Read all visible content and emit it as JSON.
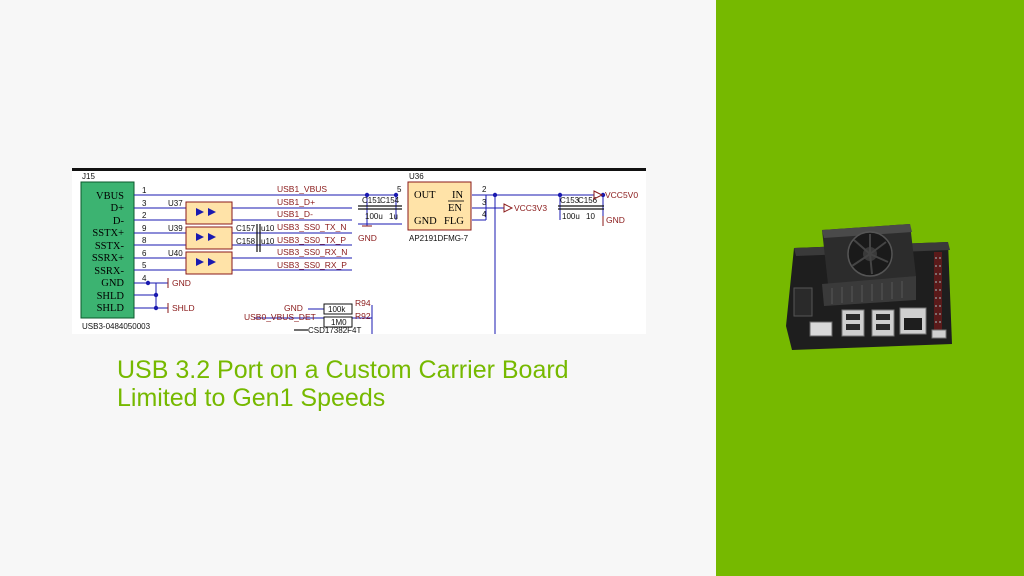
{
  "title": {
    "line1": "USB 3.2 Port on a Custom Carrier Board",
    "line2": "Limited to Gen1 Speeds"
  },
  "colors": {
    "brand_green": "#76b900",
    "background": "#f7f7f7",
    "connector_fill": "#3cb371",
    "ic_fill": "#ffe3a8",
    "net_color": "#8a1a1a",
    "wire_color": "#1a1ab0"
  },
  "schematic": {
    "connector": {
      "ref": "J15",
      "part": "USB3-0484050003",
      "pins": [
        {
          "name": "VBUS",
          "num": "1"
        },
        {
          "name": "D+",
          "num": "3"
        },
        {
          "name": "D-",
          "num": "2"
        },
        {
          "name": "SSTX+",
          "num": "9"
        },
        {
          "name": "SSTX-",
          "num": "8"
        },
        {
          "name": "SSRX+",
          "num": "6"
        },
        {
          "name": "SSRX-",
          "num": "5"
        },
        {
          "name": "GND",
          "num": "4"
        },
        {
          "name": "SHLD",
          "num": ""
        },
        {
          "name": "SHLD",
          "num": ""
        }
      ]
    },
    "esd": [
      "U37",
      "U39",
      "U40"
    ],
    "caps": {
      "c157": "C157",
      "c158": "C158",
      "u10a": "u10",
      "u10b": "u10"
    },
    "nets": [
      "USB1_VBUS",
      "USB1_D+",
      "USB1_D-",
      "USB3_SS0_TX_N",
      "USB3_SS0_TX_P",
      "USB3_SS0_RX_N",
      "USB3_SS0_RX_P"
    ],
    "input_caps": {
      "c1": "C151",
      "c2": "C154",
      "v1": "100u",
      "v2": "1u"
    },
    "switch": {
      "ref": "U36",
      "part": "AP2191DFMG-7",
      "pin_out": "OUT",
      "pin_in": "IN",
      "pin_en": "EN",
      "pin_gnd": "GND",
      "pin_flg": "FLG",
      "pin5": "5",
      "pin2": "2",
      "pin3": "3",
      "pin4": "4"
    },
    "output_caps": {
      "c1": "C153",
      "c2": "C156",
      "v1": "100u",
      "v2": "10"
    },
    "power": {
      "vcc5": "VCC5V0",
      "vcc3": "VCC3V3",
      "gnd": "GND",
      "shld": "SHLD"
    },
    "detect": {
      "gnd": "GND",
      "r1_val": "100k",
      "r1_ref": "R94",
      "r2_val": "1M0",
      "r2_ref": "R92",
      "net": "USB0_VBUS_DET",
      "fet": "CSD17382F4T"
    }
  },
  "image": {
    "subject": "devkit-board"
  }
}
